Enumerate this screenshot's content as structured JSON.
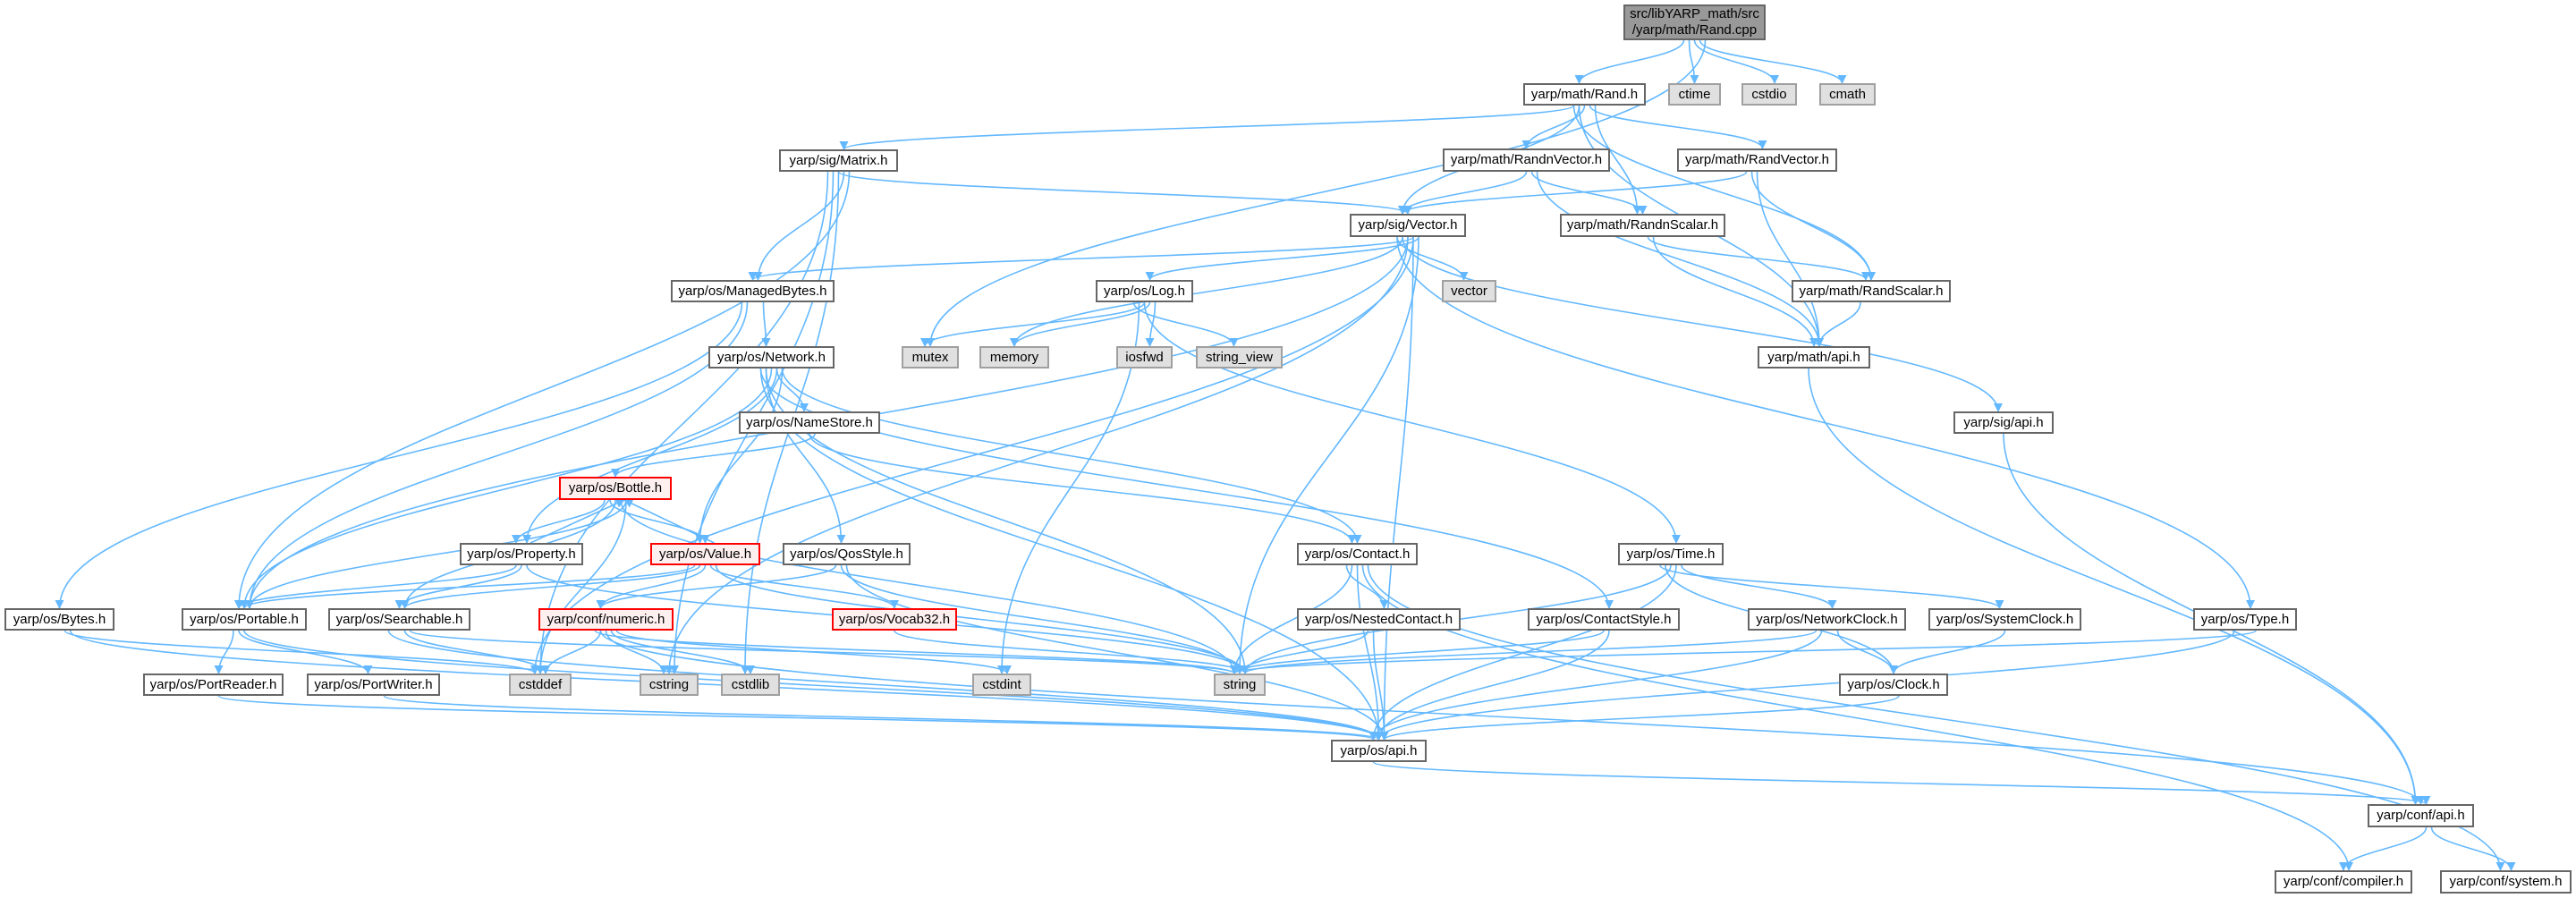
{
  "colors": {
    "edge": "#63b8ff",
    "root_fill": "#999999",
    "system_fill": "#e0e0e0",
    "truncated_border": "#ff0000",
    "truncated_fill": "#fff0f0"
  },
  "nodes": {
    "root": {
      "label": "src/libYARP_math/src\n/yarp/math/Rand.cpp",
      "line1": "src/libYARP_math/src",
      "line2": "/yarp/math/Rand.cpp",
      "kind": "root"
    },
    "rand_h": {
      "label": "yarp/math/Rand.h",
      "kind": "normal"
    },
    "ctime": {
      "label": "ctime",
      "kind": "sys"
    },
    "cstdio": {
      "label": "cstdio",
      "kind": "sys"
    },
    "cmath": {
      "label": "cmath",
      "kind": "sys"
    },
    "matrix_h": {
      "label": "yarp/sig/Matrix.h",
      "kind": "normal"
    },
    "randnvector_h": {
      "label": "yarp/math/RandnVector.h",
      "kind": "normal"
    },
    "randvector_h": {
      "label": "yarp/math/RandVector.h",
      "kind": "normal"
    },
    "vector_h": {
      "label": "yarp/sig/Vector.h",
      "kind": "normal"
    },
    "randnscalar_h": {
      "label": "yarp/math/RandnScalar.h",
      "kind": "normal"
    },
    "managedbytes_h": {
      "label": "yarp/os/ManagedBytes.h",
      "kind": "normal"
    },
    "log_h": {
      "label": "yarp/os/Log.h",
      "kind": "normal"
    },
    "vector": {
      "label": "vector",
      "kind": "sys"
    },
    "randscalar_h": {
      "label": "yarp/math/RandScalar.h",
      "kind": "normal"
    },
    "network_h": {
      "label": "yarp/os/Network.h",
      "kind": "normal"
    },
    "mutex": {
      "label": "mutex",
      "kind": "sys"
    },
    "memory": {
      "label": "memory",
      "kind": "sys"
    },
    "iosfwd": {
      "label": "iosfwd",
      "kind": "sys"
    },
    "string_view": {
      "label": "string_view",
      "kind": "sys"
    },
    "math_api_h": {
      "label": "yarp/math/api.h",
      "kind": "normal"
    },
    "namestore_h": {
      "label": "yarp/os/NameStore.h",
      "kind": "normal"
    },
    "sig_api_h": {
      "label": "yarp/sig/api.h",
      "kind": "normal"
    },
    "bottle_h": {
      "label": "yarp/os/Bottle.h",
      "kind": "red"
    },
    "property_h": {
      "label": "yarp/os/Property.h",
      "kind": "normal"
    },
    "value_h": {
      "label": "yarp/os/Value.h",
      "kind": "red"
    },
    "qosstyle_h": {
      "label": "yarp/os/QosStyle.h",
      "kind": "normal"
    },
    "contact_h": {
      "label": "yarp/os/Contact.h",
      "kind": "normal"
    },
    "time_h": {
      "label": "yarp/os/Time.h",
      "kind": "normal"
    },
    "bytes_h": {
      "label": "yarp/os/Bytes.h",
      "kind": "normal"
    },
    "portable_h": {
      "label": "yarp/os/Portable.h",
      "kind": "normal"
    },
    "searchable_h": {
      "label": "yarp/os/Searchable.h",
      "kind": "normal"
    },
    "numeric_h": {
      "label": "yarp/conf/numeric.h",
      "kind": "red"
    },
    "vocab32_h": {
      "label": "yarp/os/Vocab32.h",
      "kind": "red"
    },
    "nestedcontact_h": {
      "label": "yarp/os/NestedContact.h",
      "kind": "normal"
    },
    "contactstyle_h": {
      "label": "yarp/os/ContactStyle.h",
      "kind": "normal"
    },
    "networkclock_h": {
      "label": "yarp/os/NetworkClock.h",
      "kind": "normal"
    },
    "systemclock_h": {
      "label": "yarp/os/SystemClock.h",
      "kind": "normal"
    },
    "type_h": {
      "label": "yarp/os/Type.h",
      "kind": "normal"
    },
    "portreader_h": {
      "label": "yarp/os/PortReader.h",
      "kind": "normal"
    },
    "portwriter_h": {
      "label": "yarp/os/PortWriter.h",
      "kind": "normal"
    },
    "cstddef": {
      "label": "cstddef",
      "kind": "sys"
    },
    "cstring": {
      "label": "cstring",
      "kind": "sys"
    },
    "cstdlib": {
      "label": "cstdlib",
      "kind": "sys"
    },
    "cstdint": {
      "label": "cstdint",
      "kind": "sys"
    },
    "string": {
      "label": "string",
      "kind": "sys"
    },
    "clock_h": {
      "label": "yarp/os/Clock.h",
      "kind": "normal"
    },
    "os_api_h": {
      "label": "yarp/os/api.h",
      "kind": "normal"
    },
    "conf_api_h": {
      "label": "yarp/conf/api.h",
      "kind": "normal"
    },
    "compiler_h": {
      "label": "yarp/conf/compiler.h",
      "kind": "normal"
    },
    "system_h": {
      "label": "yarp/conf/system.h",
      "kind": "normal"
    }
  },
  "edges": [
    [
      "root",
      "rand_h"
    ],
    [
      "root",
      "ctime"
    ],
    [
      "root",
      "cstdio"
    ],
    [
      "root",
      "cmath"
    ],
    [
      "root",
      "mutex"
    ],
    [
      "rand_h",
      "matrix_h"
    ],
    [
      "rand_h",
      "vector_h"
    ],
    [
      "rand_h",
      "randnvector_h"
    ],
    [
      "rand_h",
      "randvector_h"
    ],
    [
      "rand_h",
      "randnscalar_h"
    ],
    [
      "rand_h",
      "randscalar_h"
    ],
    [
      "rand_h",
      "math_api_h"
    ],
    [
      "randnvector_h",
      "vector_h"
    ],
    [
      "randnvector_h",
      "randnscalar_h"
    ],
    [
      "randnvector_h",
      "math_api_h"
    ],
    [
      "randvector_h",
      "vector_h"
    ],
    [
      "randvector_h",
      "randscalar_h"
    ],
    [
      "randvector_h",
      "math_api_h"
    ],
    [
      "randnscalar_h",
      "randscalar_h"
    ],
    [
      "randnscalar_h",
      "math_api_h"
    ],
    [
      "randscalar_h",
      "math_api_h"
    ],
    [
      "math_api_h",
      "conf_api_h"
    ],
    [
      "matrix_h",
      "vector_h"
    ],
    [
      "matrix_h",
      "managedbytes_h"
    ],
    [
      "matrix_h",
      "portable_h"
    ],
    [
      "matrix_h",
      "cstddef"
    ],
    [
      "matrix_h",
      "cstring"
    ],
    [
      "matrix_h",
      "cstdlib"
    ],
    [
      "vector_h",
      "managedbytes_h"
    ],
    [
      "vector_h",
      "log_h"
    ],
    [
      "vector_h",
      "vector"
    ],
    [
      "vector_h",
      "memory"
    ],
    [
      "vector_h",
      "portable_h"
    ],
    [
      "vector_h",
      "cstddef"
    ],
    [
      "vector_h",
      "string"
    ],
    [
      "vector_h",
      "type_h"
    ],
    [
      "vector_h",
      "sig_api_h"
    ],
    [
      "vector_h",
      "cstring"
    ],
    [
      "vector_h",
      "os_api_h"
    ],
    [
      "managedbytes_h",
      "network_h"
    ],
    [
      "managedbytes_h",
      "bytes_h"
    ],
    [
      "managedbytes_h",
      "portable_h"
    ],
    [
      "log_h",
      "mutex"
    ],
    [
      "log_h",
      "memory"
    ],
    [
      "log_h",
      "iosfwd"
    ],
    [
      "log_h",
      "string_view"
    ],
    [
      "log_h",
      "cstdint"
    ],
    [
      "log_h",
      "time_h"
    ],
    [
      "network_h",
      "namestore_h"
    ],
    [
      "network_h",
      "contact_h"
    ],
    [
      "network_h",
      "contactstyle_h"
    ],
    [
      "network_h",
      "qosstyle_h"
    ],
    [
      "network_h",
      "portable_h"
    ],
    [
      "network_h",
      "property_h"
    ],
    [
      "network_h",
      "value_h"
    ],
    [
      "network_h",
      "os_api_h"
    ],
    [
      "network_h",
      "string"
    ],
    [
      "namestore_h",
      "contact_h"
    ],
    [
      "namestore_h",
      "bottle_h"
    ],
    [
      "bottle_h",
      "portable_h"
    ],
    [
      "bottle_h",
      "property_h"
    ],
    [
      "bottle_h",
      "value_h"
    ],
    [
      "bottle_h",
      "searchable_h"
    ],
    [
      "bottle_h",
      "string"
    ],
    [
      "bottle_h",
      "cstddef"
    ],
    [
      "property_h",
      "bottle_h"
    ],
    [
      "property_h",
      "portable_h"
    ],
    [
      "property_h",
      "searchable_h"
    ],
    [
      "property_h",
      "string"
    ],
    [
      "value_h",
      "bottle_h"
    ],
    [
      "value_h",
      "portable_h"
    ],
    [
      "value_h",
      "searchable_h"
    ],
    [
      "value_h",
      "numeric_h"
    ],
    [
      "value_h",
      "vocab32_h"
    ],
    [
      "value_h",
      "string"
    ],
    [
      "qosstyle_h",
      "numeric_h"
    ],
    [
      "qosstyle_h",
      "string"
    ],
    [
      "qosstyle_h",
      "os_api_h"
    ],
    [
      "bytes_h",
      "cstddef"
    ],
    [
      "bytes_h",
      "os_api_h"
    ],
    [
      "portable_h",
      "portreader_h"
    ],
    [
      "portable_h",
      "portwriter_h"
    ],
    [
      "portable_h",
      "os_api_h"
    ],
    [
      "searchable_h",
      "cstddef"
    ],
    [
      "searchable_h",
      "string"
    ],
    [
      "searchable_h",
      "os_api_h"
    ],
    [
      "numeric_h",
      "cstddef"
    ],
    [
      "numeric_h",
      "cstring"
    ],
    [
      "numeric_h",
      "cstdlib"
    ],
    [
      "numeric_h",
      "cstdint"
    ],
    [
      "numeric_h",
      "string"
    ],
    [
      "numeric_h",
      "conf_api_h"
    ],
    [
      "vocab32_h",
      "string"
    ],
    [
      "portreader_h",
      "os_api_h"
    ],
    [
      "portwriter_h",
      "os_api_h"
    ],
    [
      "contact_h",
      "nestedcontact_h"
    ],
    [
      "contact_h",
      "string"
    ],
    [
      "contact_h",
      "os_api_h"
    ],
    [
      "contact_h",
      "compiler_h"
    ],
    [
      "contact_h",
      "system_h"
    ],
    [
      "nestedcontact_h",
      "string"
    ],
    [
      "nestedcontact_h",
      "os_api_h"
    ],
    [
      "contactstyle_h",
      "string"
    ],
    [
      "contactstyle_h",
      "os_api_h"
    ],
    [
      "time_h",
      "networkclock_h"
    ],
    [
      "time_h",
      "systemclock_h"
    ],
    [
      "time_h",
      "clock_h"
    ],
    [
      "time_h",
      "string"
    ],
    [
      "time_h",
      "os_api_h"
    ],
    [
      "networkclock_h",
      "clock_h"
    ],
    [
      "networkclock_h",
      "string"
    ],
    [
      "networkclock_h",
      "os_api_h"
    ],
    [
      "systemclock_h",
      "clock_h"
    ],
    [
      "clock_h",
      "os_api_h"
    ],
    [
      "type_h",
      "string"
    ],
    [
      "type_h",
      "os_api_h"
    ],
    [
      "os_api_h",
      "conf_api_h"
    ],
    [
      "sig_api_h",
      "conf_api_h"
    ],
    [
      "conf_api_h",
      "compiler_h"
    ],
    [
      "conf_api_h",
      "system_h"
    ]
  ]
}
